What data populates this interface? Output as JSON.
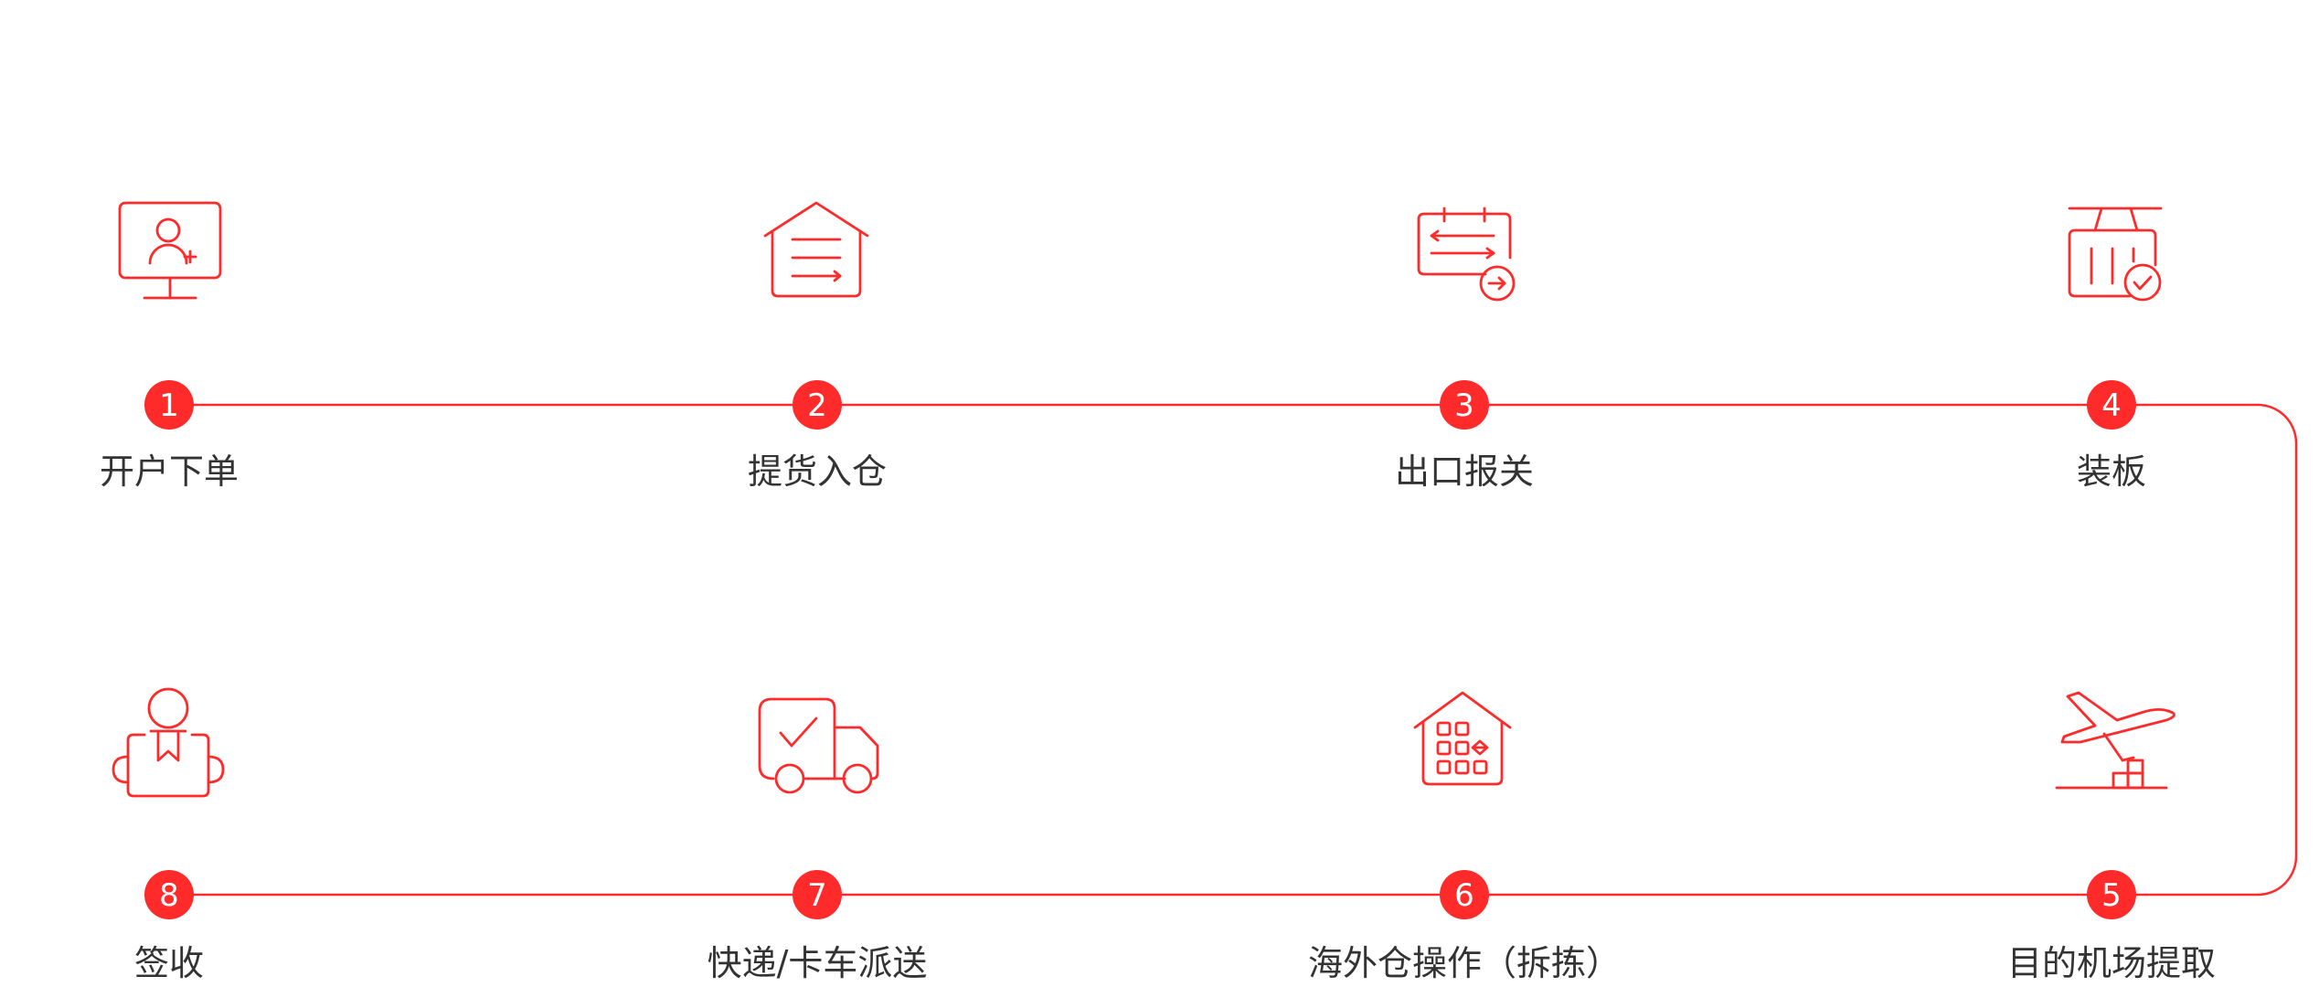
{
  "accent_color": "#ff2b2b",
  "steps": [
    {
      "number": "1",
      "label": "开户下单",
      "icon": "monitor-add-user-icon"
    },
    {
      "number": "2",
      "label": "提货入仓",
      "icon": "warehouse-list-icon"
    },
    {
      "number": "3",
      "label": "出口报关",
      "icon": "customs-document-icon"
    },
    {
      "number": "4",
      "label": "装板",
      "icon": "pallet-check-icon"
    },
    {
      "number": "5",
      "label": "目的机场提取",
      "icon": "airplane-cargo-icon"
    },
    {
      "number": "6",
      "label": "海外仓操作（拆拣）",
      "icon": "overseas-warehouse-icon"
    },
    {
      "number": "7",
      "label": "快递/卡车派送",
      "icon": "delivery-truck-icon"
    },
    {
      "number": "8",
      "label": "签收",
      "icon": "person-receive-package-icon"
    }
  ]
}
